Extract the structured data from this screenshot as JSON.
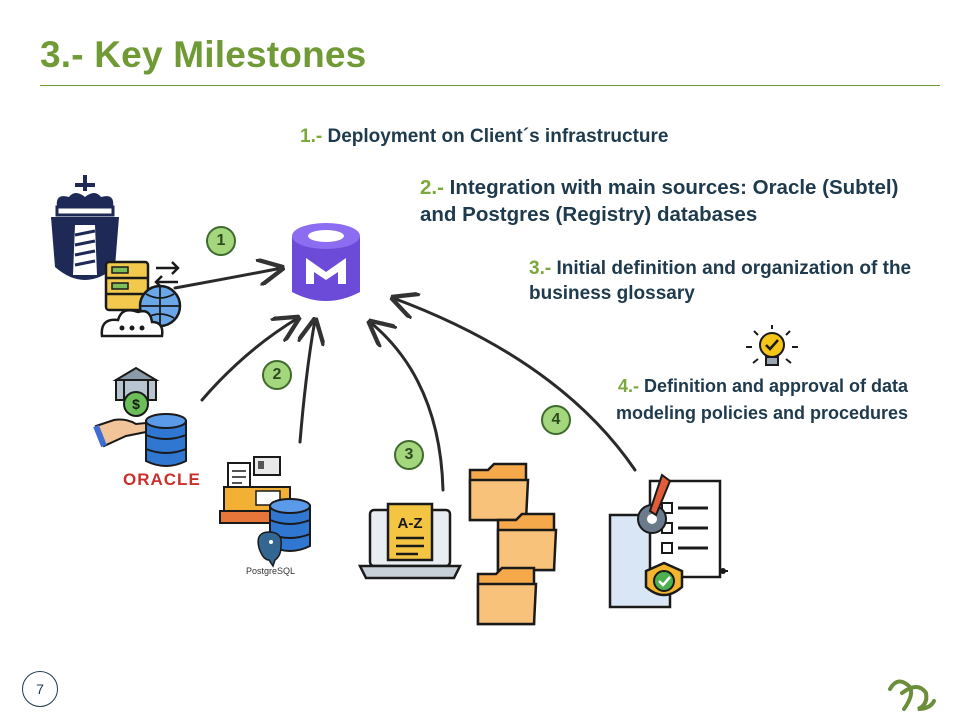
{
  "slide": {
    "title": "3.- Key Milestones",
    "page_number": "7"
  },
  "milestones": [
    {
      "number": "1.-",
      "text": "Deployment on Client´s infrastructure"
    },
    {
      "number": "2.-",
      "text": "Integration with main sources: Oracle (Subtel) and Postgres (Registry) databases"
    },
    {
      "number": "3.-",
      "text": "Initial definition and organization of the business glossary"
    },
    {
      "number": "4.-",
      "text": "Definition and approval of data modeling policies and procedures"
    }
  ],
  "diagram": {
    "step_markers": [
      "1",
      "2",
      "3",
      "4"
    ],
    "oracle_logo": "ORACLE",
    "postgres_logo": "PostgreSQL",
    "glossary_label": "A-Z",
    "icons": [
      "crown-shield-icon",
      "server-cloud-icon",
      "metadata-hub-icon",
      "bank-money-icon",
      "database-icon",
      "cash-register-icon",
      "laptop-glossary-icon",
      "folder-icon",
      "policy-document-icon",
      "lightbulb-icon",
      "logo-icon"
    ],
    "colors": {
      "accent_green": "#6f9a35",
      "navy": "#1e3a4c",
      "hub_purple": "#6c4bd8"
    }
  }
}
